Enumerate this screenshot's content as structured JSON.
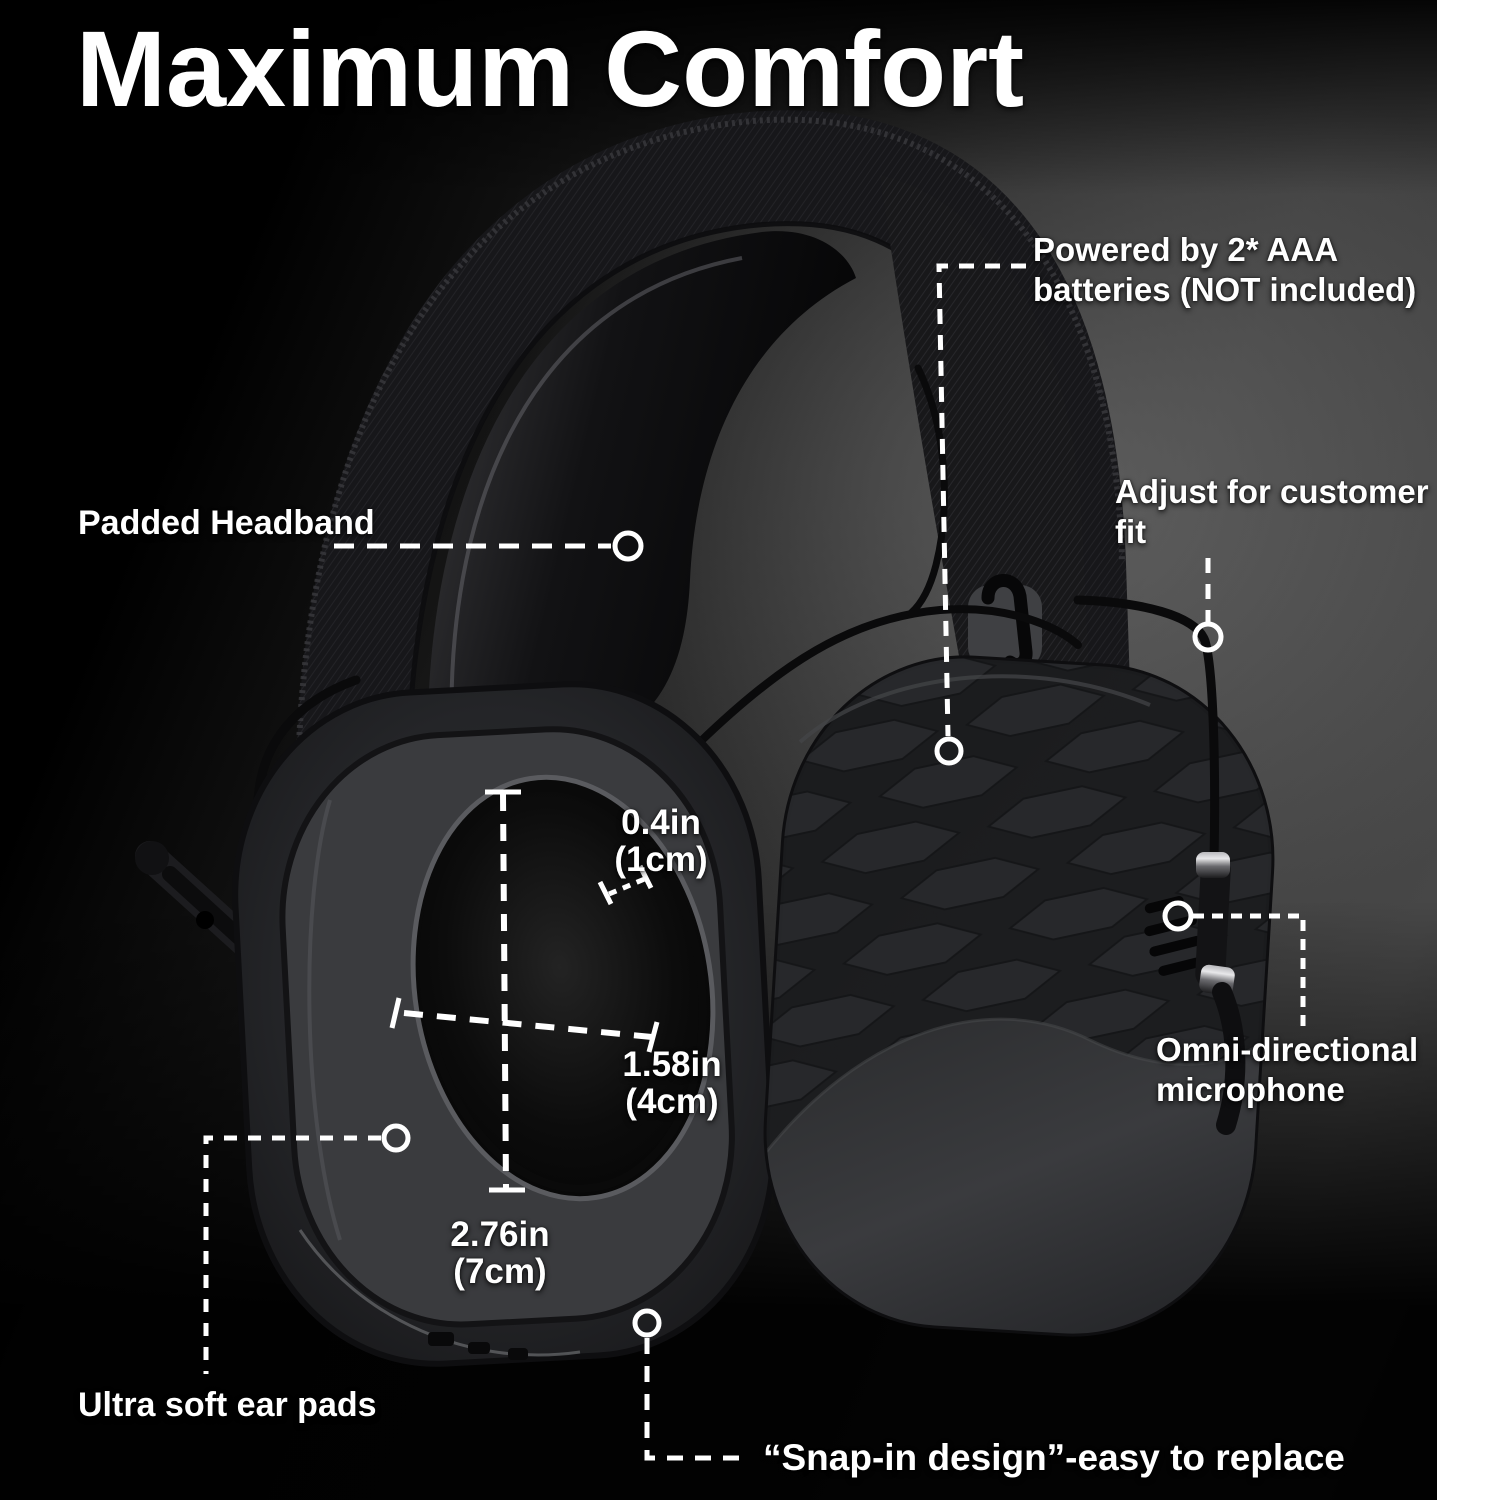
{
  "title": "Maximum Comfort",
  "palette": {
    "text": "#ffffff",
    "background_black": "#000000",
    "background_highlight": "#7d7d7d",
    "white_strip": "#ffffff",
    "callout_line": "#ffffff",
    "product_shell": "#242528",
    "product_cushion": "#3a3b3e"
  },
  "callouts": {
    "padded_headband": {
      "label": "Padded Headband"
    },
    "battery": {
      "line1": "Powered by 2* AAA",
      "line2": "batteries (NOT included)"
    },
    "adjust_fit": {
      "line1": "Adjust for customer",
      "line2": "fit"
    },
    "omni_mic": {
      "line1": "Omni-directional",
      "line2": "microphone"
    },
    "ear_pads": {
      "label": "Ultra soft ear pads"
    },
    "snap_in": {
      "label": "“Snap-in design”-easy to replace"
    }
  },
  "measurements": {
    "cushion_thickness": {
      "value": "0.4in",
      "metric": "(1cm)"
    },
    "opening_width": {
      "value": "1.58in",
      "metric": "(4cm)"
    },
    "opening_height": {
      "value": "2.76in",
      "metric": "(7cm)"
    }
  }
}
